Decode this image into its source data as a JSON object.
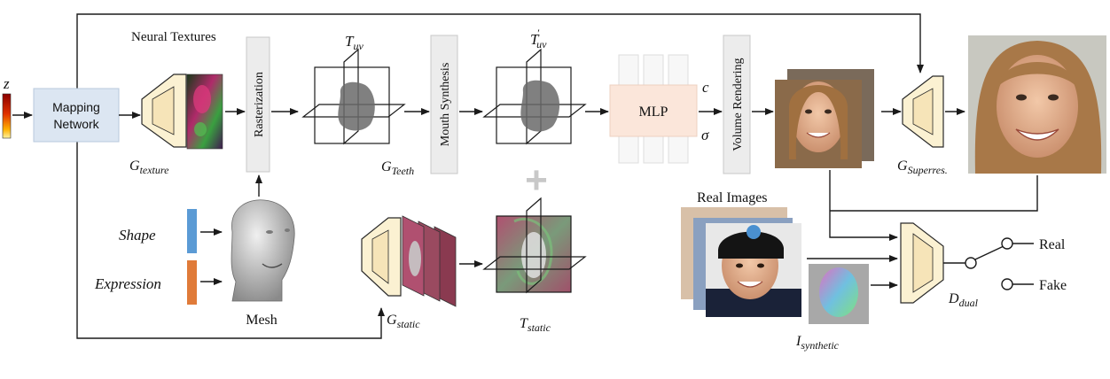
{
  "labels": {
    "z": "z",
    "mapping_line1": "Mapping",
    "mapping_line2": "Network",
    "neural_textures": "Neural Textures",
    "g_texture": "G",
    "g_texture_sub": "texture",
    "rasterization": "Rasterization",
    "t_uv": "T",
    "t_uv_sub": "uv",
    "mouth_synthesis": "Mouth Synthesis",
    "g_teeth": "G",
    "g_teeth_sub": "Teeth",
    "t_uv_prime": "T",
    "t_uv_prime_sub": "uv",
    "t_uv_prime_mark": "′",
    "mlp": "MLP",
    "c": "c",
    "sigma": "σ",
    "volume_rendering": "Volume Rendering",
    "g_superres": "G",
    "g_superres_sub": "Superres.",
    "shape": "Shape",
    "expression": "Expression",
    "mesh": "Mesh",
    "g_static": "G",
    "g_static_sub": "static",
    "t_static": "T",
    "t_static_sub": "static",
    "real_images": "Real Images",
    "i_synthetic": "I",
    "i_synthetic_sub": "synthetic",
    "d_dual": "D",
    "d_dual_sub": "dual",
    "real": "Real",
    "fake": "Fake",
    "plus": "+"
  },
  "colors": {
    "mapping_fill": "#dce6f2",
    "mapping_stroke": "#b8c8dc",
    "mlp_fill": "#fbe6da",
    "block_fill": "#fbf1d2",
    "block_stroke": "#2a2a2a",
    "shape_bar": "#5b9bd5",
    "expression_bar": "#e07b39",
    "gray_panel": "#ececec",
    "arrow": "#1a1a1a"
  },
  "icons": {
    "generator": "trapezoid-generator-icon",
    "discriminator": "trapezoid-discriminator-icon",
    "plane": "triplane-icon",
    "face": "face-photo",
    "head": "head-mesh"
  }
}
